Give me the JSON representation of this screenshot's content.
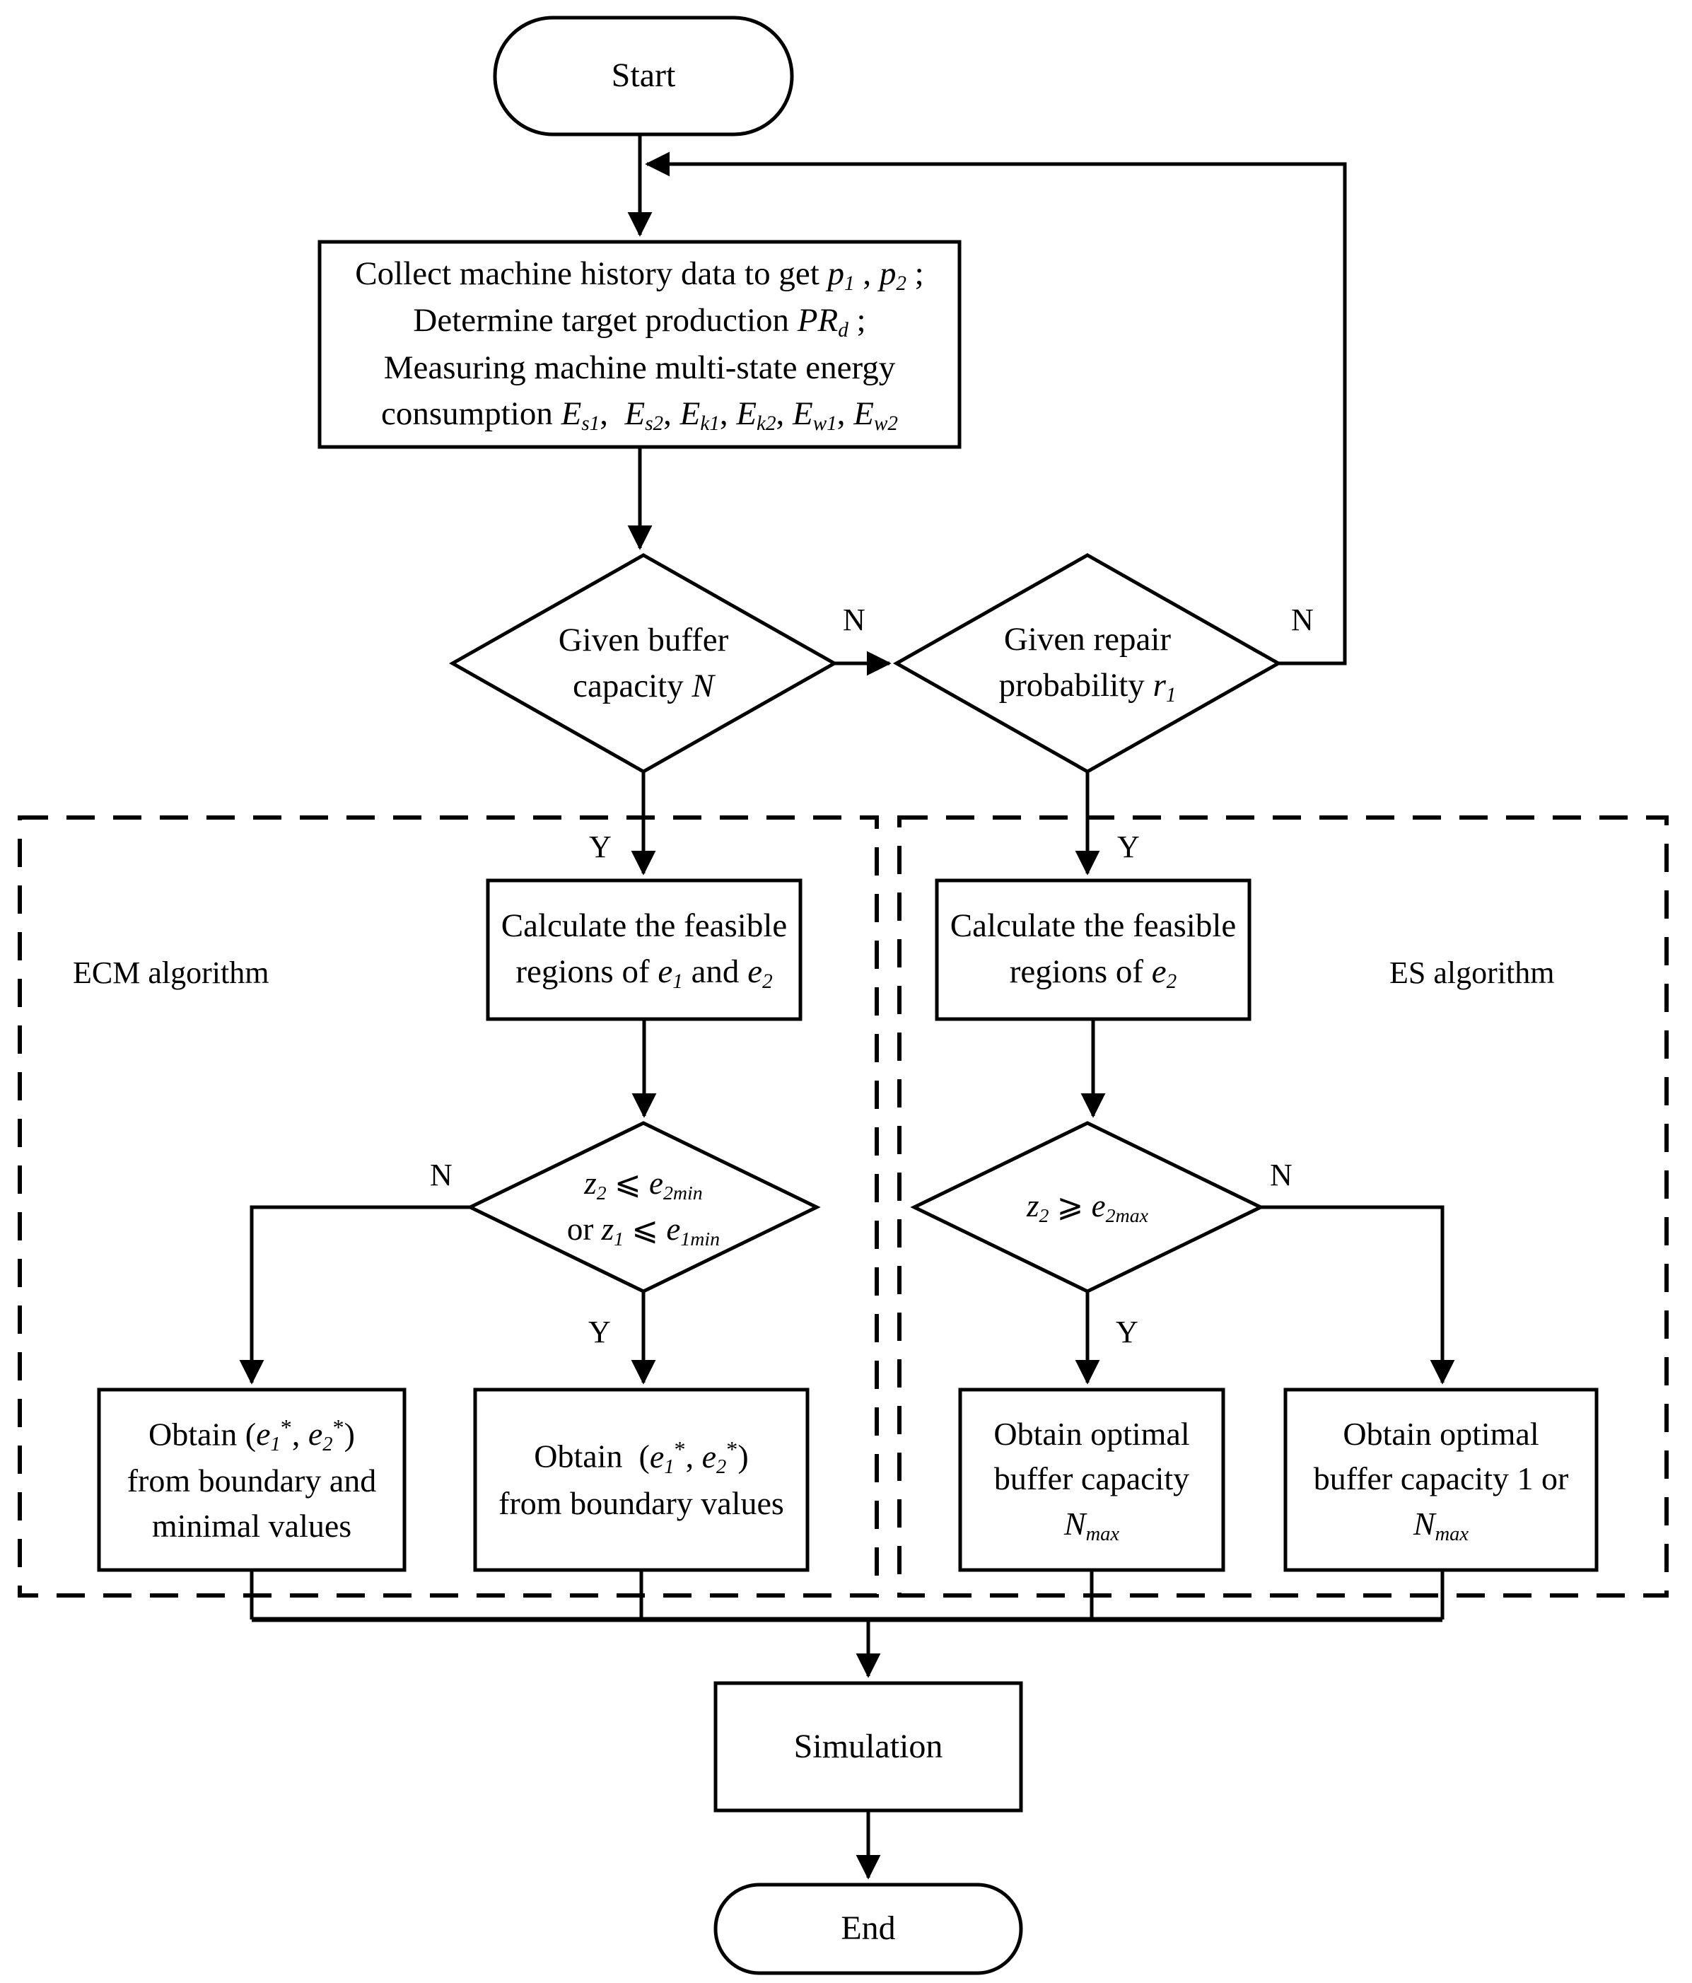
{
  "diagram": {
    "type": "flowchart",
    "title": "Energy-consumption optimization flowchart",
    "background": "#ffffff",
    "stroke": "#000000"
  },
  "nodes": {
    "start": {
      "shape": "terminator",
      "label": "Start"
    },
    "collect": {
      "shape": "process",
      "lines": [
        "Collect machine history data to get p<sub>1</sub> , p<sub>2</sub> ;",
        "Determine target production PR<sub>d</sub> ;",
        "Measuring machine multi-state energy",
        "consumption E<sub>s1</sub>,  E<sub>s2</sub>, E<sub>k1</sub>, E<sub>k2</sub>, E<sub>w1</sub>, E<sub>w2</sub>"
      ],
      "plain_text": "Collect machine history data to get p1 , p2 ; Determine target production PRd ; Measuring machine multi-state energy consumption Es1, Es2, Ek1, Ek2, Ew1, Ew2"
    },
    "given_buffer": {
      "shape": "decision",
      "lines": [
        "Given buffer",
        "capacity N"
      ],
      "plain_text": "Given buffer capacity N"
    },
    "given_repair": {
      "shape": "decision",
      "lines": [
        "Given repair",
        "probability r<sub>1</sub>"
      ],
      "plain_text": "Given repair probability r1"
    },
    "calc_e1_e2": {
      "shape": "process",
      "lines": [
        "Calculate the feasible",
        "regions of e<sub>1</sub> and e<sub>2</sub>"
      ],
      "plain_text": "Calculate the feasible regions of e1 and e2"
    },
    "calc_e2": {
      "shape": "process",
      "lines": [
        "Calculate the feasible",
        "regions of e<sub>2</sub>"
      ],
      "plain_text": "Calculate the feasible regions of e2"
    },
    "cond_min": {
      "shape": "decision",
      "lines": [
        "z<sub>2</sub> ⩽ e<sub>2min</sub>",
        "or z<sub>1</sub> ⩽ e<sub>1min</sub>"
      ],
      "plain_text": "z2 ⩽ e2min or z1 ⩽ e1min"
    },
    "cond_max": {
      "shape": "decision",
      "lines": [
        "z<sub>2</sub> ⩾ e<sub>2max</sub>"
      ],
      "plain_text": "z2 ⩾ e2max"
    },
    "obtain_bnd_min": {
      "shape": "process",
      "lines": [
        "Obtain (e<sub>1</sub><sup>*</sup>, e<sub>2</sub><sup>*</sup>)",
        "from boundary and",
        "minimal values"
      ],
      "plain_text": "Obtain (e1*, e2*) from boundary and minimal values"
    },
    "obtain_bnd": {
      "shape": "process",
      "lines": [
        "Obtain  (e<sub>1</sub><sup>*</sup>, e<sub>2</sub><sup>*</sup>)",
        "from boundary values"
      ],
      "plain_text": "Obtain (e1*, e2*) from boundary values"
    },
    "obtain_nmax": {
      "shape": "process",
      "lines": [
        "Obtain optimal",
        "buffer capacity",
        "N<sub>max</sub>"
      ],
      "plain_text": "Obtain optimal buffer capacity Nmax"
    },
    "obtain_1_or_nmax": {
      "shape": "process",
      "lines": [
        "Obtain optimal",
        "buffer capacity 1 or",
        "N<sub>max</sub>"
      ],
      "plain_text": "Obtain optimal buffer capacity 1 or Nmax"
    },
    "simulation": {
      "shape": "process",
      "label": "Simulation"
    },
    "end": {
      "shape": "terminator",
      "label": "End"
    }
  },
  "groups": [
    {
      "id": "ecm",
      "label": "ECM algorithm",
      "style": "dashed"
    },
    {
      "id": "es",
      "label": "ES algorithm",
      "style": "dashed"
    }
  ],
  "edge_labels": {
    "buffer_no": "N",
    "repair_no": "N",
    "buffer_yes": "Y",
    "repair_yes": "Y",
    "cond_min_no": "N",
    "cond_min_yes": "Y",
    "cond_max_no": "N",
    "cond_max_yes": "Y"
  }
}
